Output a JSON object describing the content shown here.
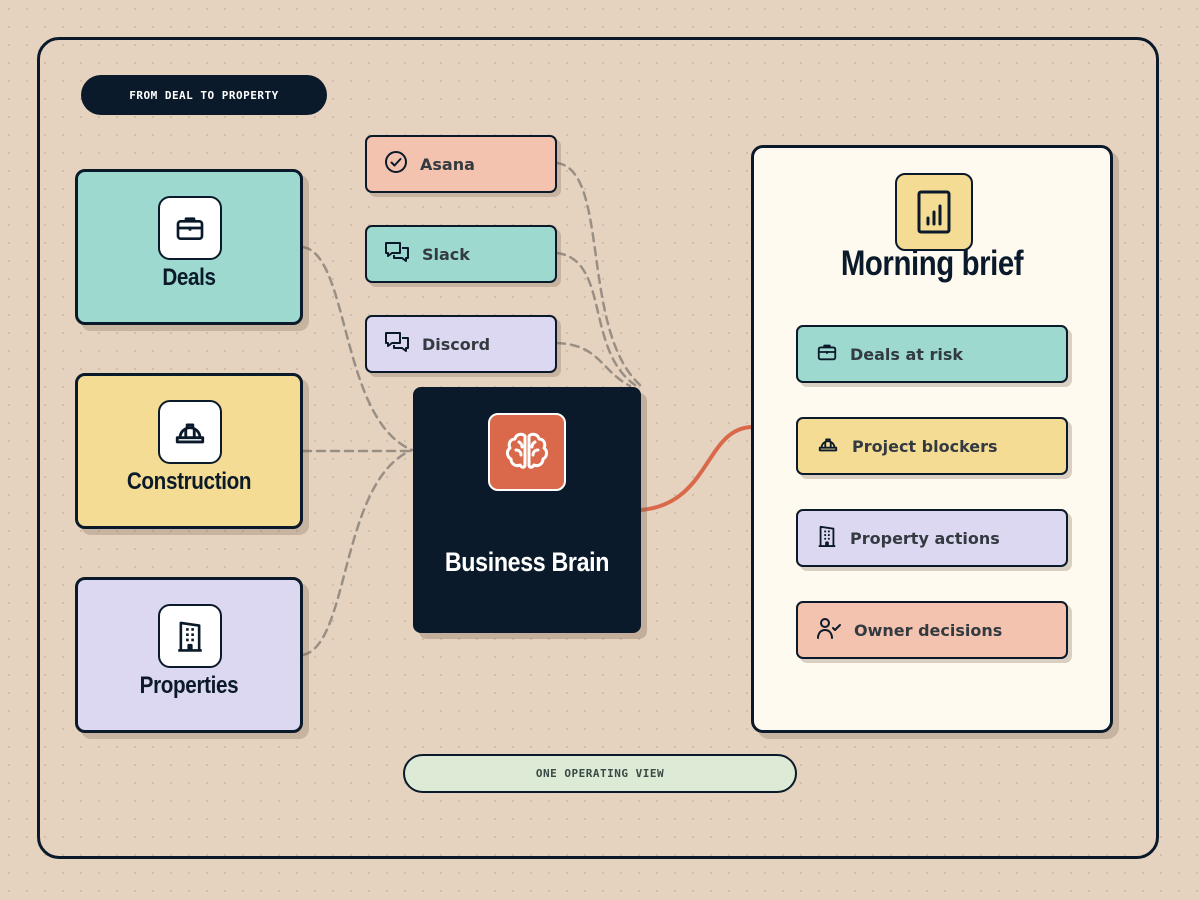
{
  "header": {
    "tag": "FROM DEAL TO PROPERTY"
  },
  "footer": {
    "tag": "ONE OPERATING VIEW"
  },
  "colors": {
    "navy": "#0b1a2a",
    "teal": "#9dd9cf",
    "yellow": "#f4dc94",
    "lavender": "#ddd8f2",
    "peach": "#f4c3b0",
    "accent": "#d9694a",
    "cream": "#fffaf0",
    "background": "#e5d2bf"
  },
  "sources": [
    {
      "label": "Deals",
      "icon": "briefcase-icon",
      "color": "#9dd9cf"
    },
    {
      "label": "Construction",
      "icon": "hard-hat-icon",
      "color": "#f4dc94"
    },
    {
      "label": "Properties",
      "icon": "building-icon",
      "color": "#ddd8f2"
    }
  ],
  "tools": [
    {
      "label": "Asana",
      "icon": "check-circle-icon",
      "color": "#f4c3b0"
    },
    {
      "label": "Slack",
      "icon": "chat-bubbles-icon",
      "color": "#9dd9cf"
    },
    {
      "label": "Discord",
      "icon": "chat-bubbles-icon",
      "color": "#ddd8f2"
    }
  ],
  "hub": {
    "label": "Business Brain",
    "icon": "brain-icon"
  },
  "brief": {
    "title": "Morning brief",
    "icon": "bar-chart-icon",
    "items": [
      {
        "label": "Deals at risk",
        "icon": "briefcase-icon",
        "color": "#9dd9cf"
      },
      {
        "label": "Project blockers",
        "icon": "hard-hat-icon",
        "color": "#f4dc94"
      },
      {
        "label": "Property actions",
        "icon": "building-icon",
        "color": "#ddd8f2"
      },
      {
        "label": "Owner decisions",
        "icon": "user-check-icon",
        "color": "#f4c3b0"
      }
    ]
  }
}
